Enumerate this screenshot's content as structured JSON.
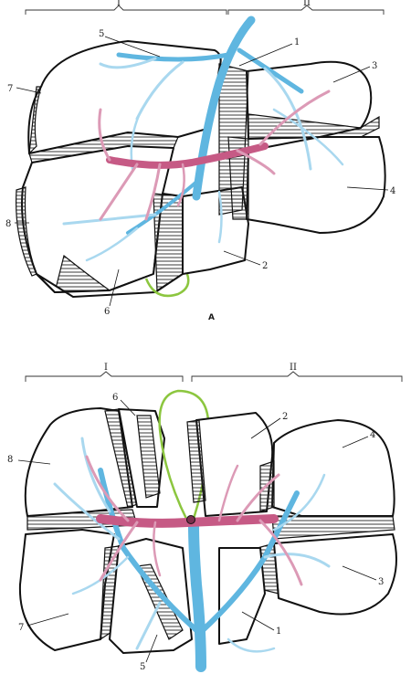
{
  "colors": {
    "portal_vein": "#c65a85",
    "hepatic_vein": "#5fb6e0",
    "ligament": "#8cc63f",
    "outline": "#111111"
  },
  "panel_a": {
    "label": "A",
    "half_left": "I",
    "half_right": "II",
    "labels": {
      "n1": "1",
      "n2": "2",
      "n3": "3",
      "n4": "4",
      "n5": "5",
      "n6": "6",
      "n7": "7",
      "n8": "8"
    }
  },
  "panel_b": {
    "half_left": "I",
    "half_right": "II",
    "labels": {
      "n1": "1",
      "n2": "2",
      "n3": "3",
      "n4": "4",
      "n5": "5",
      "n6": "6",
      "n7": "7",
      "n8": "8"
    }
  }
}
